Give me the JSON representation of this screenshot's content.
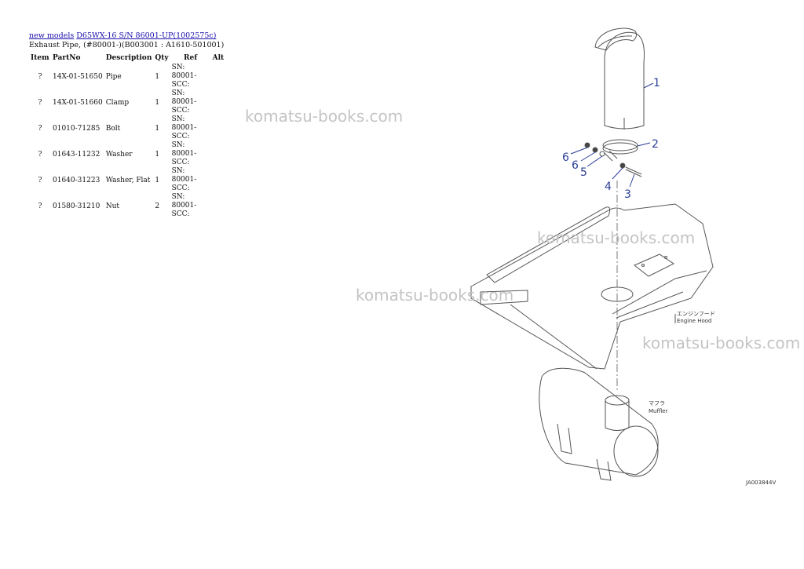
{
  "breadcrumb": {
    "models_link": "new models",
    "model_link": "D65WX-16 S/N 86001-UP(1002575c)"
  },
  "subtitle": "Exhaust Pipe, (#80001-)(B003001 : A1610-501001)",
  "table": {
    "headers": [
      "Item",
      "PartNo",
      "Description",
      "Qty",
      "Ref",
      "Alt"
    ],
    "rows": [
      {
        "item": "?",
        "part": "14X-01-51650",
        "desc": "Pipe",
        "qty": "1",
        "ref": "SN: 80001-SCC:",
        "alt": ""
      },
      {
        "item": "?",
        "part": "14X-01-51660",
        "desc": "Clamp",
        "qty": "1",
        "ref": "SN: 80001-SCC:",
        "alt": ""
      },
      {
        "item": "?",
        "part": "01010-71285",
        "desc": "Bolt",
        "qty": "1",
        "ref": "SN: 80001-SCC:",
        "alt": ""
      },
      {
        "item": "?",
        "part": "01643-11232",
        "desc": "Washer",
        "qty": "1",
        "ref": "SN: 80001-SCC:",
        "alt": ""
      },
      {
        "item": "?",
        "part": "01640-31223",
        "desc": "Washer, Flat",
        "qty": "1",
        "ref": "SN: 80001-SCC:",
        "alt": ""
      },
      {
        "item": "?",
        "part": "01580-31210",
        "desc": "Nut",
        "qty": "2",
        "ref": "SN: 80001-SCC:",
        "alt": ""
      }
    ]
  },
  "watermarks": [
    "komatsu-books.com",
    "komatsu-books.com",
    "komatsu-books.com",
    "komatsu-books.com"
  ],
  "diagram": {
    "callouts": [
      "1",
      "2",
      "3",
      "4",
      "5",
      "6",
      "6"
    ],
    "engine_hood_jp": "エンジンフード",
    "engine_hood_en": "Engine Hood",
    "muffler_jp": "マフラ",
    "muffler_en": "Muffler",
    "drawing_code": "JA003844V"
  },
  "colors": {
    "link": "#1a0dab",
    "callout": "#2a3d96",
    "watermark": "#c4c4c4"
  }
}
